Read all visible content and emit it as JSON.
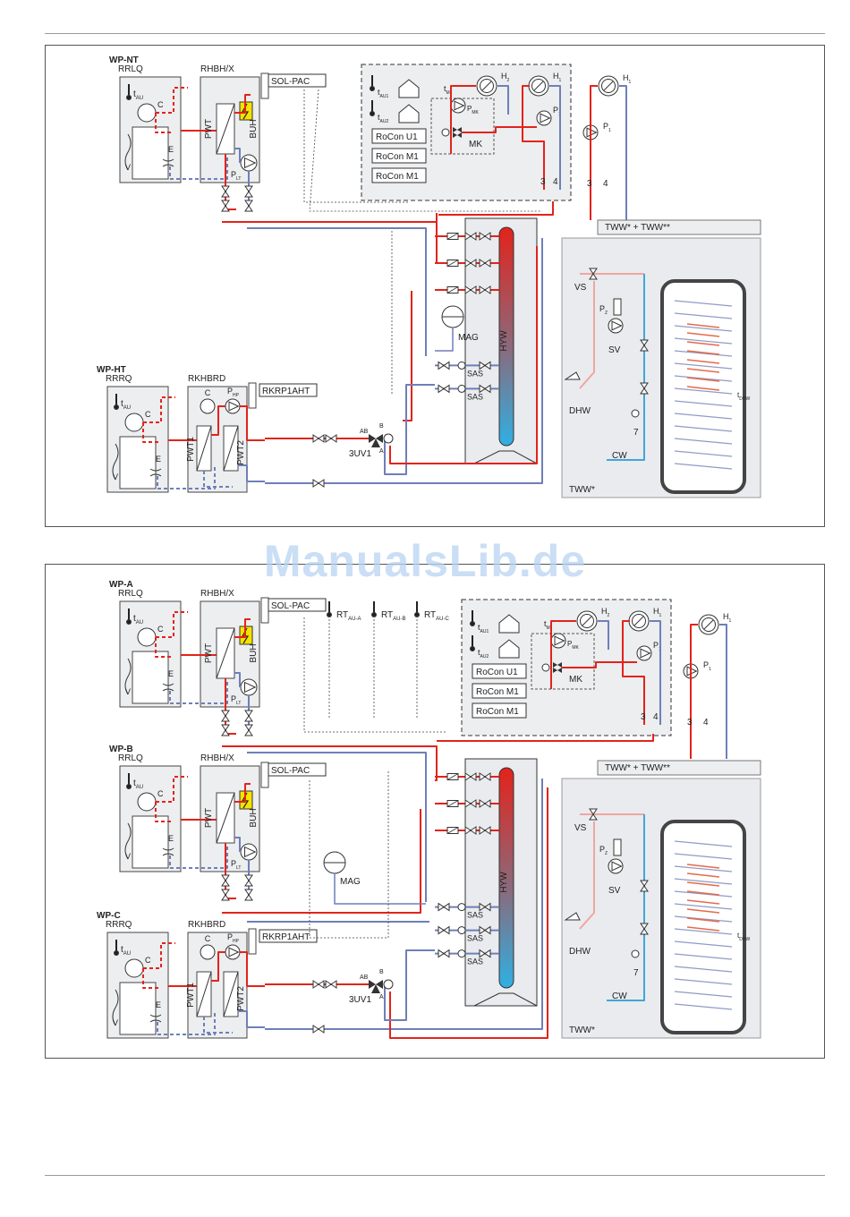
{
  "watermark": "ManualsLib.de",
  "colors": {
    "hot": "#e3231b",
    "cold": "#6f7fb8",
    "dhw_cold": "#41a6d8",
    "frame": "#555555",
    "tank_bg": "#e9ebee"
  },
  "diagram1": {
    "units": [
      {
        "title": "WP-NT",
        "outdoor": "RRLQ",
        "indoor": "RHBH/X",
        "hx": "PWT",
        "backup": "BUH",
        "pump": "PLT",
        "module": "SOL-PAC",
        "fan": "V",
        "comp": "C",
        "exp": "E",
        "temp": "tAU"
      },
      {
        "title": "WP-HT",
        "outdoor": "RRRQ",
        "indoor": "RKHBRD",
        "hx1": "PWT1",
        "hx2": "PWT2",
        "pump": "PHP",
        "module": "RKRP1AHT",
        "fan": "V",
        "comp": "C",
        "exp": "E",
        "temp": "tAU"
      }
    ],
    "controls": {
      "tau1": "tAU1",
      "tau2": "tAU2",
      "tmi": "tMI",
      "pmk": "PMK",
      "mk": "MK",
      "h2": "H2",
      "h1": "H1",
      "p1": "P1",
      "rocon": [
        "RoCon U1",
        "RoCon M1",
        "RoCon M1"
      ],
      "conn": [
        "3",
        "4",
        "3",
        "4"
      ]
    },
    "tank": {
      "label": "HYW",
      "mag": "MAG",
      "sas": [
        "SAS",
        "SAS"
      ],
      "valve": "3UV1",
      "ports": [
        "AB",
        "B",
        "A"
      ]
    },
    "dhw": {
      "label": "TWW* + TWW**",
      "vs": "VS",
      "pz": "PZ",
      "sv": "SV",
      "dhw": "DHW",
      "cw": "CW",
      "tdhw": "tDHW",
      "seven": "7",
      "tww": "TWW*"
    }
  },
  "diagram2": {
    "units": [
      {
        "title": "WP-A",
        "outdoor": "RRLQ",
        "indoor": "RHBH/X",
        "hx": "PWT",
        "backup": "BUH",
        "pump": "PLT",
        "module": "SOL-PAC",
        "fan": "V",
        "comp": "C",
        "exp": "E",
        "temp": "tAU"
      },
      {
        "title": "WP-B",
        "outdoor": "RRLQ",
        "indoor": "RHBH/X",
        "hx": "PWT",
        "backup": "BUH",
        "pump": "PLT",
        "module": "SOL-PAC",
        "fan": "V",
        "comp": "C",
        "exp": "E",
        "temp": "tAU"
      },
      {
        "title": "WP-C",
        "outdoor": "RRRQ",
        "indoor": "RKHBRD",
        "hx1": "PWT1",
        "hx2": "PWT2",
        "pump": "PHP",
        "module": "RKRP1AHT",
        "fan": "V",
        "comp": "C",
        "exp": "E",
        "temp": "tAU"
      }
    ],
    "room_thermostats": [
      "RTAU-A",
      "RTAU-B",
      "RTAU-C"
    ],
    "controls": {
      "tau1": "tAU1",
      "tau2": "tAU2",
      "tmi": "tMI",
      "pmk": "PMK",
      "mk": "MK",
      "h2": "H2",
      "h1": "H1",
      "p1": "P1",
      "rocon": [
        "RoCon U1",
        "RoCon M1",
        "RoCon M1"
      ],
      "conn": [
        "3",
        "4",
        "3",
        "4"
      ]
    },
    "tank": {
      "label": "HYW",
      "mag": "MAG",
      "sas": [
        "SAS",
        "SAS",
        "SAS"
      ],
      "valve": "3UV1",
      "ports": [
        "AB",
        "B",
        "A"
      ]
    },
    "dhw": {
      "label": "TWW* + TWW**",
      "vs": "VS",
      "pz": "PZ",
      "sv": "SV",
      "dhw": "DHW",
      "cw": "CW",
      "tdhw": "tDHW",
      "seven": "7",
      "tww": "TWW*"
    }
  }
}
